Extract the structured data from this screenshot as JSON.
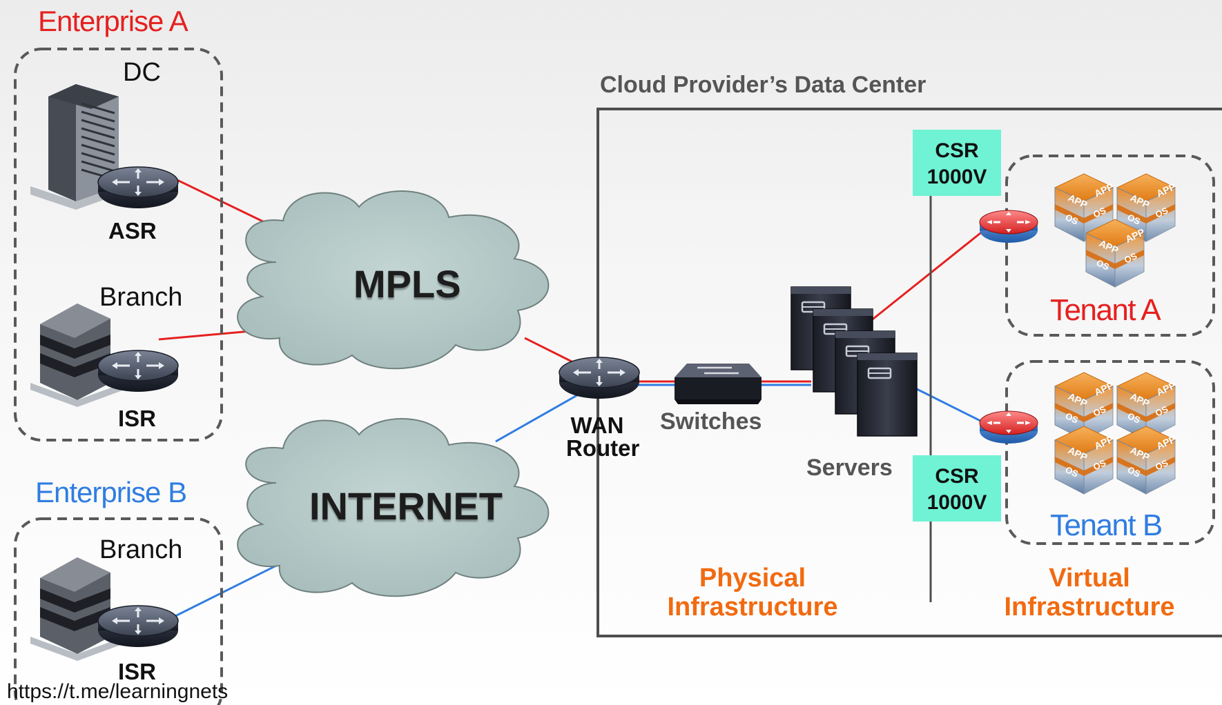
{
  "enterprise_a": {
    "title": "Enterprise A",
    "dc_label": "DC",
    "asr_label": "ASR",
    "branch_label": "Branch",
    "isr_label": "ISR"
  },
  "enterprise_b": {
    "title": "Enterprise B",
    "branch_label": "Branch",
    "isr_label": "ISR"
  },
  "clouds": {
    "mpls": "MPLS",
    "internet": "INTERNET"
  },
  "wan_router": {
    "line1": "WAN",
    "line2": "Router"
  },
  "provider": {
    "title": "Cloud Provider’s Data Center",
    "switches_label": "Switches",
    "servers_label": "Servers",
    "physical_line1": "Physical",
    "physical_line2": "Infrastructure",
    "virtual_line1": "Virtual",
    "virtual_line2": "Infrastructure"
  },
  "csr_top": {
    "line1": "CSR",
    "line2": "1000V"
  },
  "csr_bottom": {
    "line1": "CSR",
    "line2": "1000V"
  },
  "tenant_a": {
    "label": "Tenant A"
  },
  "tenant_b": {
    "label": "Tenant B"
  },
  "vm_labels": {
    "app": "APP",
    "os": "OS"
  },
  "footer": {
    "url": "https://t.me/learningnets"
  },
  "colors": {
    "enterprise_a": "#e5201f",
    "enterprise_b": "#2f7de1",
    "infrastructure": "#f26a10",
    "csr_box": "#6ff3d4",
    "cloud_fill": "#b4c8c6"
  },
  "icons": [
    "building-icon",
    "branch-building-icon",
    "router-icon",
    "switch-icon",
    "server-icon",
    "virtual-router-icon",
    "vm-cube-icon",
    "cloud-icon"
  ]
}
